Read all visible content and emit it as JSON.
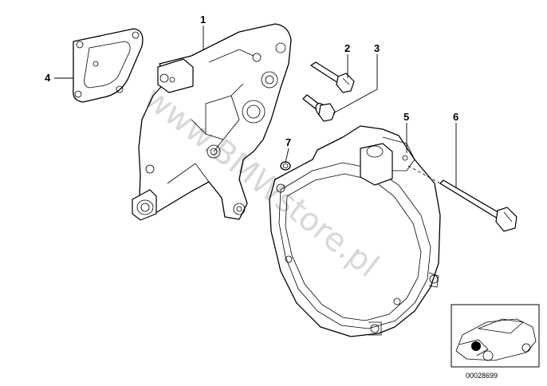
{
  "watermark": "www.BMWstore.pl",
  "diagram_number": "00028699",
  "parts": [
    {
      "number": "1",
      "name": "housing"
    },
    {
      "number": "2",
      "name": "bolt"
    },
    {
      "number": "3",
      "name": "bolt"
    },
    {
      "number": "4",
      "name": "gasket"
    },
    {
      "number": "5",
      "name": "cover"
    },
    {
      "number": "6",
      "name": "long bolt"
    },
    {
      "number": "7",
      "name": "o-ring"
    }
  ]
}
